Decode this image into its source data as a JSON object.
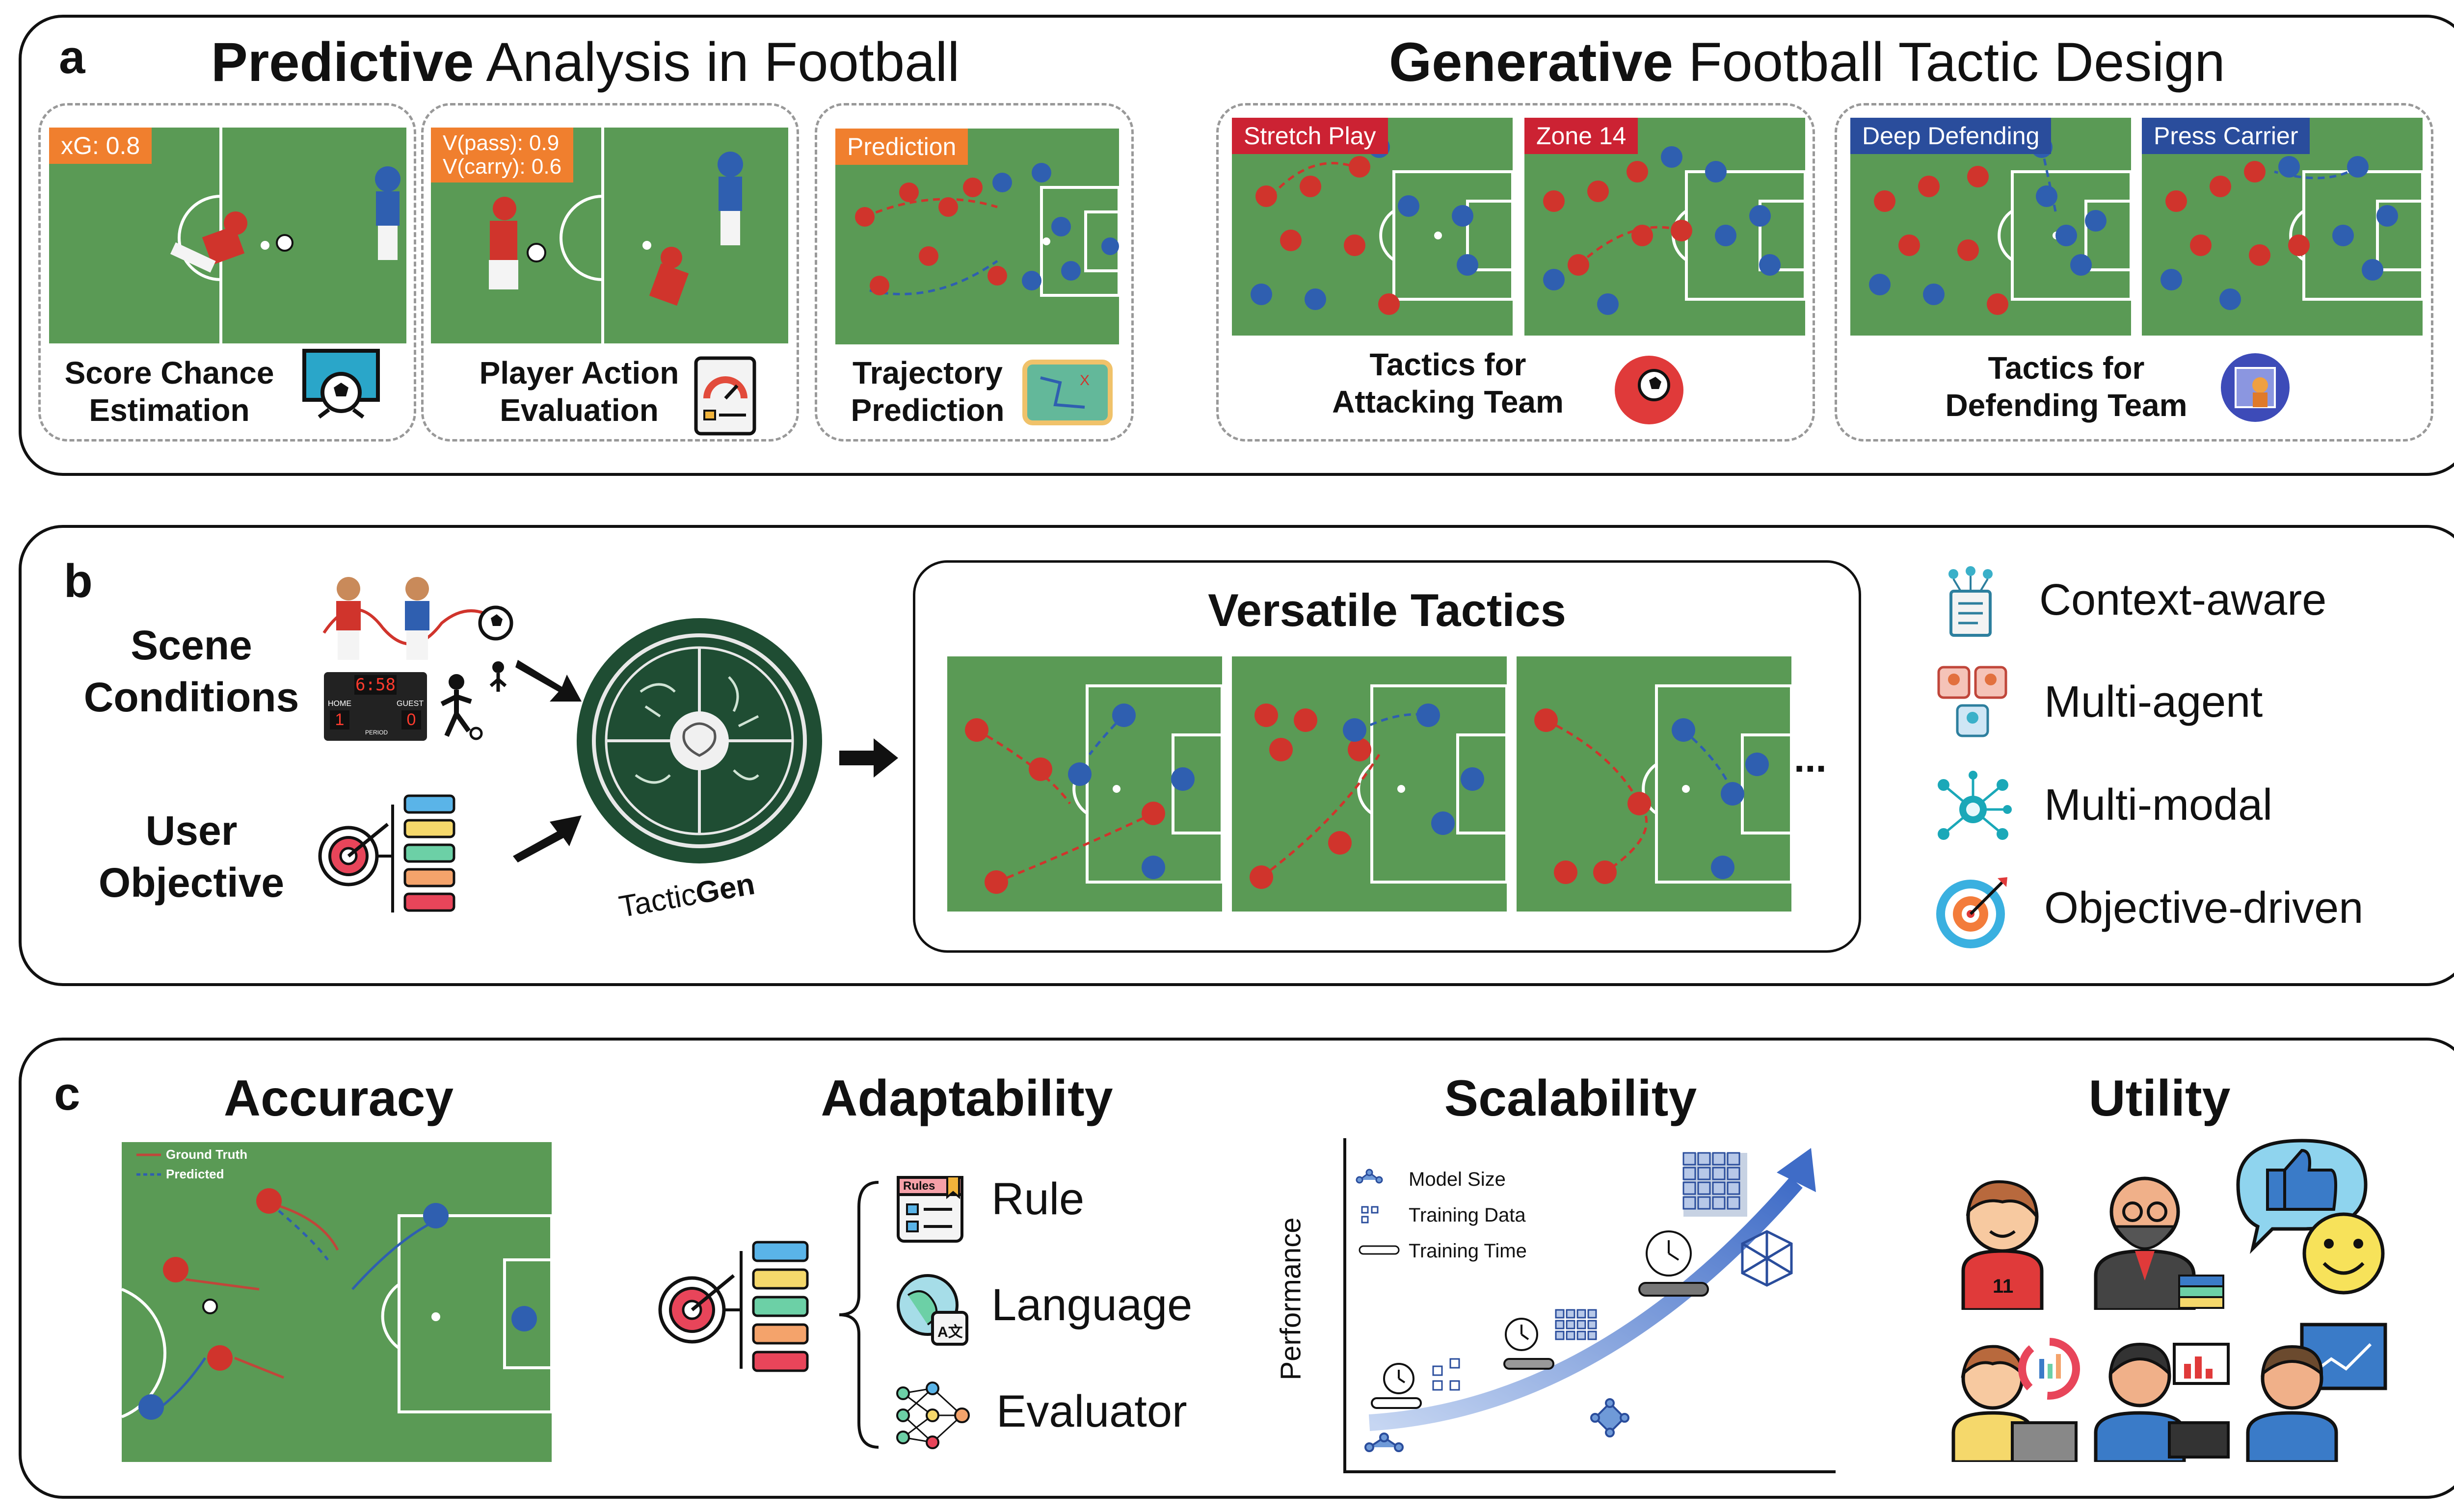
{
  "panel_a": {
    "letter": "a",
    "predictive_title_bold": "Predictive",
    "predictive_title_rest": " Analysis in Football",
    "generative_title_bold": "Generative",
    "generative_title_rest": " Football Tactic Design",
    "cards": [
      {
        "tag": "xG: 0.8",
        "caption": "Score Chance\nEstimation"
      },
      {
        "tag": "V(pass): 0.9\nV(carry): 0.6",
        "caption": "Player Action\nEvaluation"
      },
      {
        "tag": "Prediction",
        "caption": "Trajectory\nPrediction"
      }
    ],
    "attacking": {
      "tags": [
        "Stretch Play",
        "Zone 14"
      ],
      "caption": "Tactics for\nAttacking Team"
    },
    "defending": {
      "tags": [
        "Deep Defending",
        "Press Carrier"
      ],
      "caption": "Tactics for\nDefending Team"
    }
  },
  "panel_b": {
    "letter": "b",
    "scene_conditions": "Scene\nConditions",
    "user_objective": "User\nObjective",
    "scoreboard": {
      "clock": "6:58",
      "home": "HOME",
      "guest": "GUEST",
      "period": "PERIOD",
      "home_score": "1",
      "guest_score": "0"
    },
    "model_name_plain": "Tactic",
    "model_name_bold": "Gen",
    "versatile_title": "Versatile Tactics",
    "ellipsis": "...",
    "features": [
      "Context-aware",
      "Multi-agent",
      "Multi-modal",
      "Objective-driven"
    ]
  },
  "panel_c": {
    "letter": "c",
    "sections": [
      "Accuracy",
      "Adaptability",
      "Scalability",
      "Utility"
    ],
    "accuracy_legend": [
      "Ground Truth",
      "Predicted"
    ],
    "objectives": [
      "Rule",
      "Language",
      "Evaluator"
    ],
    "rules_icon_label": "Rules",
    "language_icon_label": "A文",
    "scalability_legend": [
      "Model Size",
      "Training Data",
      "Training Time"
    ],
    "y_axis_label": "Performance",
    "shirt_number": "11"
  },
  "colors": {
    "pitch": "#5a9a55",
    "orange_tag": "#f07f2e",
    "red_tag": "#cc2233",
    "blue_tag": "#2a4d9c",
    "red_team": "#d0342c",
    "blue_team": "#2f5fb0",
    "arrow_blue": "#4a73c9"
  }
}
